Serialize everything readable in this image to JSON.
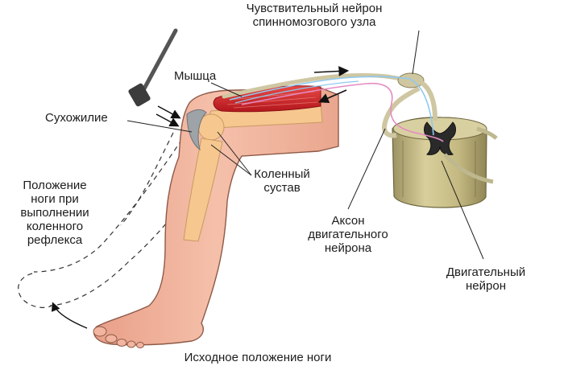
{
  "labels": {
    "sensory_neuron": [
      "Чувствительный нейрон",
      "спинномозгового узла"
    ],
    "muscle": "Мышца",
    "tendon": "Сухожилие",
    "knee_joint": [
      "Коленный",
      "сустав"
    ],
    "reflex_position": [
      "Положение",
      "ноги при",
      "выполнении",
      "коленного",
      "рефлекса"
    ],
    "motor_axon": [
      "Аксон",
      "двигательного",
      "нейрона"
    ],
    "motor_neuron": [
      "Двигательный",
      "нейрон"
    ],
    "initial_position": "Исходное положение ноги"
  },
  "colors": {
    "skin": "#f2b59f",
    "skin_outline": "#8e5a48",
    "bone": "#f6c78f",
    "muscle": "#d6272c",
    "spinal_cord": "#c9bf8a",
    "grey_matter": "#2a2a2a",
    "nerve": "#cfc7a2",
    "sensory_fiber": "#8fc9ef",
    "motor_fiber": "#e58bc2",
    "hammer": "#4a4a4a"
  }
}
